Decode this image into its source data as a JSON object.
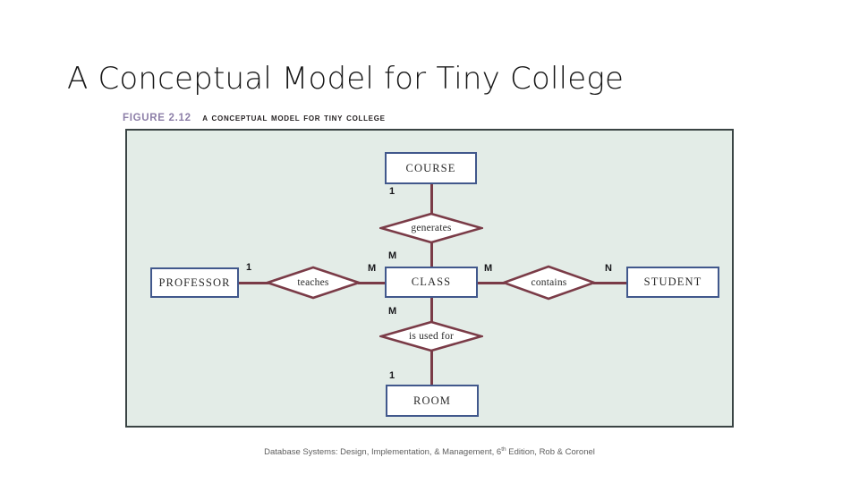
{
  "slide": {
    "title": "A Conceptual Model for Tiny College",
    "footer_prefix": "Database Systems: Design, Implementation, & Management, 6",
    "footer_superscript": "th",
    "footer_suffix": " Edition, Rob & Coronel"
  },
  "figure": {
    "number": "FIGURE 2.12",
    "title": "A Conceptual Model for Tiny College",
    "panel_background": "#e3ece7",
    "panel_border": "#3a4444"
  },
  "colors": {
    "entity_border": "#41588c",
    "entity_fill": "#ffffff",
    "relationship_border": "#7a3b47",
    "relationship_fill": "#ffffff",
    "connector_line": "#7a3b47",
    "cardinality_text": "#17171b",
    "figure_number": "#8d7fa8",
    "title_text": "#171717",
    "footer_text": "#5e5e5e"
  },
  "diagram": {
    "type": "entity-relationship",
    "entities": [
      {
        "id": "course",
        "label": "COURSE"
      },
      {
        "id": "professor",
        "label": "PROFESSOR"
      },
      {
        "id": "class",
        "label": "CLASS"
      },
      {
        "id": "student",
        "label": "STUDENT"
      },
      {
        "id": "room",
        "label": "ROOM"
      }
    ],
    "relationships": [
      {
        "id": "generates",
        "label": "generates",
        "from": "COURSE",
        "to": "CLASS",
        "from_cardinality": "1",
        "to_cardinality": "M"
      },
      {
        "id": "teaches",
        "label": "teaches",
        "from": "PROFESSOR",
        "to": "CLASS",
        "from_cardinality": "1",
        "to_cardinality": "M"
      },
      {
        "id": "contains",
        "label": "contains",
        "from": "CLASS",
        "to": "STUDENT",
        "from_cardinality": "M",
        "to_cardinality": "N"
      },
      {
        "id": "is-used-for",
        "label": "is used for",
        "from": "CLASS",
        "to": "ROOM",
        "from_cardinality": "M",
        "to_cardinality": "1"
      }
    ],
    "cardinality_labels": [
      {
        "id": "course-one",
        "value": "1"
      },
      {
        "id": "class-top-m",
        "value": "M"
      },
      {
        "id": "professor-one",
        "value": "1"
      },
      {
        "id": "class-left-m",
        "value": "M"
      },
      {
        "id": "class-right-m",
        "value": "M"
      },
      {
        "id": "student-n",
        "value": "N"
      },
      {
        "id": "class-bottom-m",
        "value": "M"
      },
      {
        "id": "room-one",
        "value": "1"
      }
    ]
  }
}
